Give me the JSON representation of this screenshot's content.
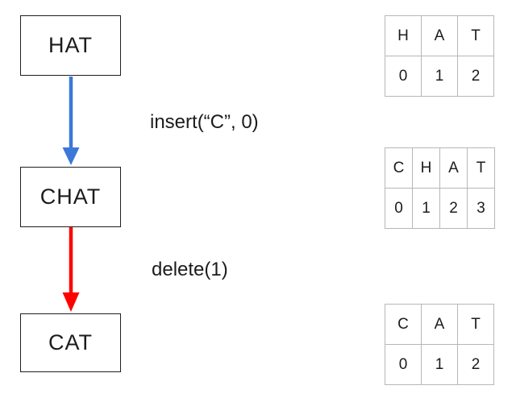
{
  "colors": {
    "insert_arrow": "#3c78d8",
    "delete_arrow": "#ff0000",
    "box_border": "#1f1f1f",
    "table_border": "#b7b7b7",
    "text": "#1c1c1c"
  },
  "flow": {
    "nodes": [
      {
        "label": "HAT"
      },
      {
        "label": "CHAT"
      },
      {
        "label": "CAT"
      }
    ],
    "operations": [
      {
        "label": "insert(“C”, 0)",
        "arrow_color": "#3c78d8",
        "from": "HAT",
        "to": "CHAT"
      },
      {
        "label": "delete(1)",
        "arrow_color": "#ff0000",
        "from": "CHAT",
        "to": "CAT"
      }
    ]
  },
  "tables": [
    {
      "word": "HAT",
      "letters": [
        "H",
        "A",
        "T"
      ],
      "indices": [
        "0",
        "1",
        "2"
      ]
    },
    {
      "word": "CHAT",
      "letters": [
        "C",
        "H",
        "A",
        "T"
      ],
      "indices": [
        "0",
        "1",
        "2",
        "3"
      ]
    },
    {
      "word": "CAT",
      "letters": [
        "C",
        "A",
        "T"
      ],
      "indices": [
        "0",
        "1",
        "2"
      ]
    }
  ]
}
